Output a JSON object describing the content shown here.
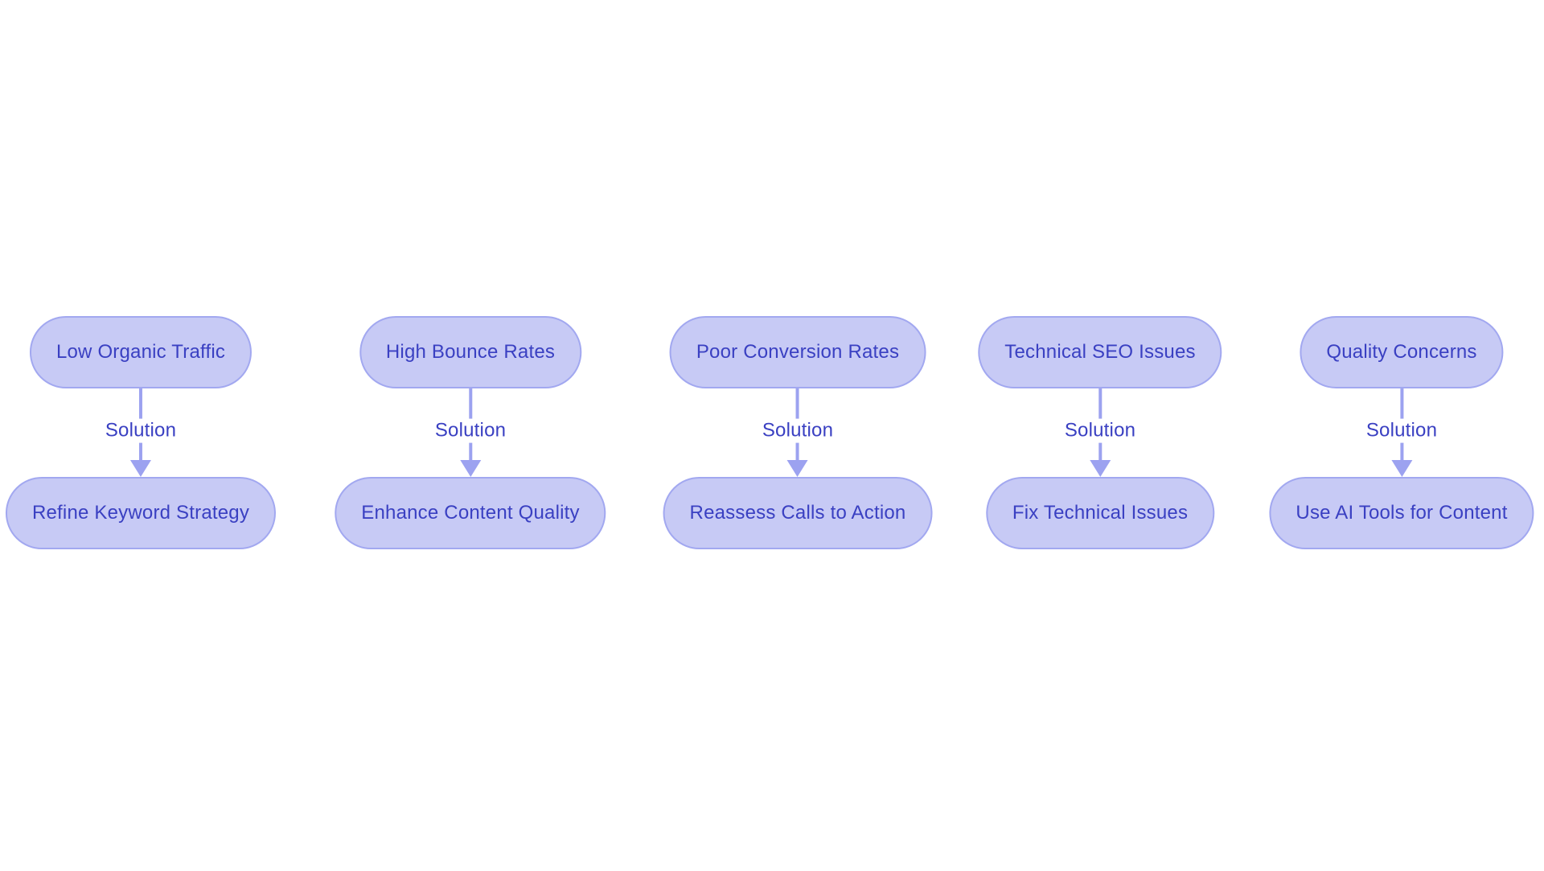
{
  "diagram": {
    "type": "flowchart",
    "edge_label": "Solution",
    "columns": [
      {
        "problem": "Low Organic Traffic",
        "solution": "Refine Keyword Strategy"
      },
      {
        "problem": "High Bounce Rates",
        "solution": "Enhance Content Quality"
      },
      {
        "problem": "Poor Conversion Rates",
        "solution": "Reassess Calls to Action"
      },
      {
        "problem": "Technical SEO Issues",
        "solution": "Fix Technical Issues"
      },
      {
        "problem": "Quality Concerns",
        "solution": "Use AI Tools for Content"
      }
    ],
    "colors": {
      "node_fill": "#c7caf5",
      "node_border": "#a2a8f0",
      "node_text": "#3a40c2",
      "arrow": "#9ca2f0",
      "background": "#ffffff"
    }
  }
}
